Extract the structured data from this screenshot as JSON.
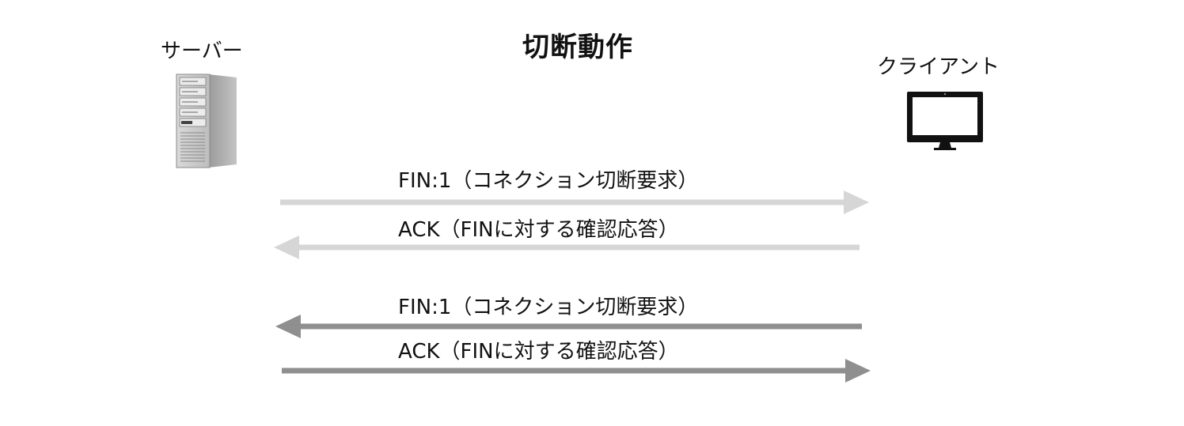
{
  "title": "切断動作",
  "server": {
    "label": "サーバー",
    "icon": "server-tower-icon"
  },
  "client": {
    "label": "クライアント",
    "icon": "monitor-icon"
  },
  "messages": [
    {
      "label": "FIN:1（コネクション切断要求）",
      "direction": "server-to-client",
      "color": "#d6d6d6"
    },
    {
      "label": "ACK（FINに対する確認応答）",
      "direction": "client-to-server",
      "color": "#d6d6d6"
    },
    {
      "label": "FIN:1（コネクション切断要求）",
      "direction": "client-to-server",
      "color": "#8f8f8f"
    },
    {
      "label": "ACK（FINに対する確認応答）",
      "direction": "server-to-client",
      "color": "#8f8f8f"
    }
  ]
}
